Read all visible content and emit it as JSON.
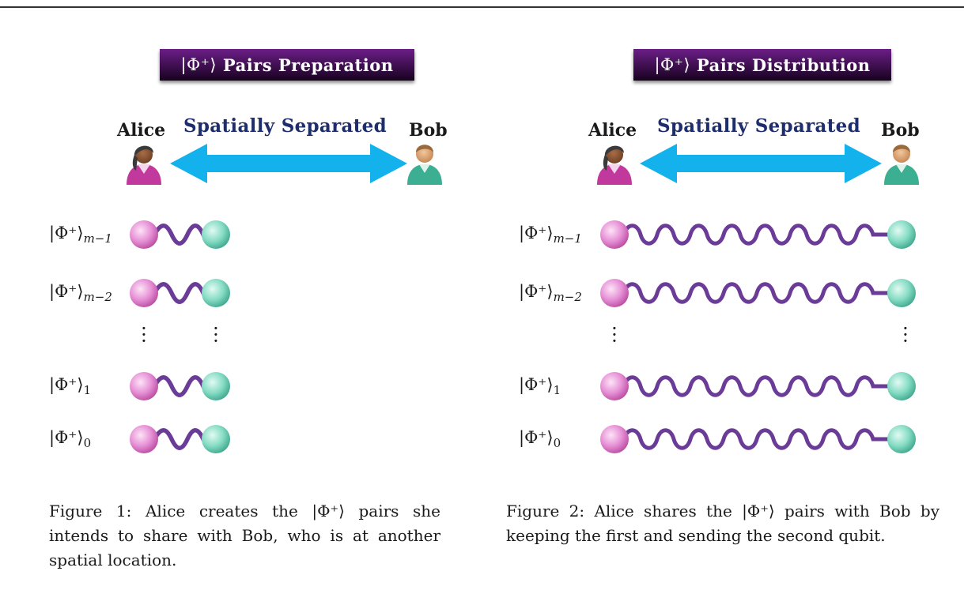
{
  "figure1": {
    "title_ket": "|Φ⁺⟩",
    "title_text": "Pairs Preparation",
    "alice_label": "Alice",
    "bob_label": "Bob",
    "separation_label": "Spatially Separated",
    "rows": [
      {
        "ket": "|Φ⁺⟩",
        "index": "m−1"
      },
      {
        "ket": "|Φ⁺⟩",
        "index": "m−2"
      },
      {
        "ket": "|Φ⁺⟩",
        "index": "1"
      },
      {
        "ket": "|Φ⁺⟩",
        "index": "0"
      }
    ],
    "caption": "Figure 1: Alice creates the |Φ⁺⟩ pairs she intends to share with Bob, who is at another spatial location."
  },
  "figure2": {
    "title_ket": "|Φ⁺⟩",
    "title_text": "Pairs Distribution",
    "alice_label": "Alice",
    "bob_label": "Bob",
    "separation_label": "Spatially Separated",
    "rows": [
      {
        "ket": "|Φ⁺⟩",
        "index": "m−1"
      },
      {
        "ket": "|Φ⁺⟩",
        "index": "m−2"
      },
      {
        "ket": "|Φ⁺⟩",
        "index": "1"
      },
      {
        "ket": "|Φ⁺⟩",
        "index": "0"
      }
    ],
    "caption": "Figure 2: Alice shares the |Φ⁺⟩ pairs with Bob by keeping the first and sending the second qubit."
  },
  "colors": {
    "title_bg_top": "#6b1e87",
    "title_bg_bottom": "#17021f",
    "arrow": "#13b2ec",
    "wave": "#6a3b97",
    "alice_qubit": "#dd77cc",
    "bob_qubit": "#66d4b8",
    "separation_text": "#1e2d6b"
  }
}
